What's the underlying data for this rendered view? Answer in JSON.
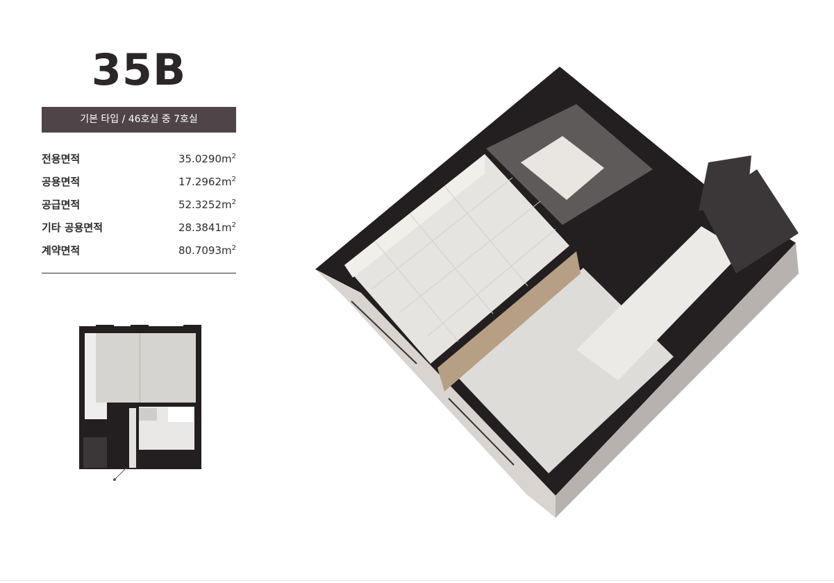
{
  "unit": {
    "title": "35B",
    "type_line": "기본 타입 / 46호실 중 7호실"
  },
  "areas": [
    {
      "label": "전용면적",
      "value": "35.0290",
      "unit": "m",
      "exp": "2"
    },
    {
      "label": "공용면적",
      "value": "17.2962",
      "unit": "m",
      "exp": "2"
    },
    {
      "label": "공급면적",
      "value": "52.3252",
      "unit": "m",
      "exp": "2"
    },
    {
      "label": "기타 공용면적",
      "value": "28.3841",
      "unit": "m",
      "exp": "2"
    },
    {
      "label": "계약면적",
      "value": "80.7093",
      "unit": "m",
      "exp": "2"
    }
  ],
  "colors": {
    "title": "#2b2729",
    "banner_bg": "#4f4548",
    "wall": "#231f20",
    "floor": "#e2e0dc",
    "wood": "#b79f86"
  }
}
